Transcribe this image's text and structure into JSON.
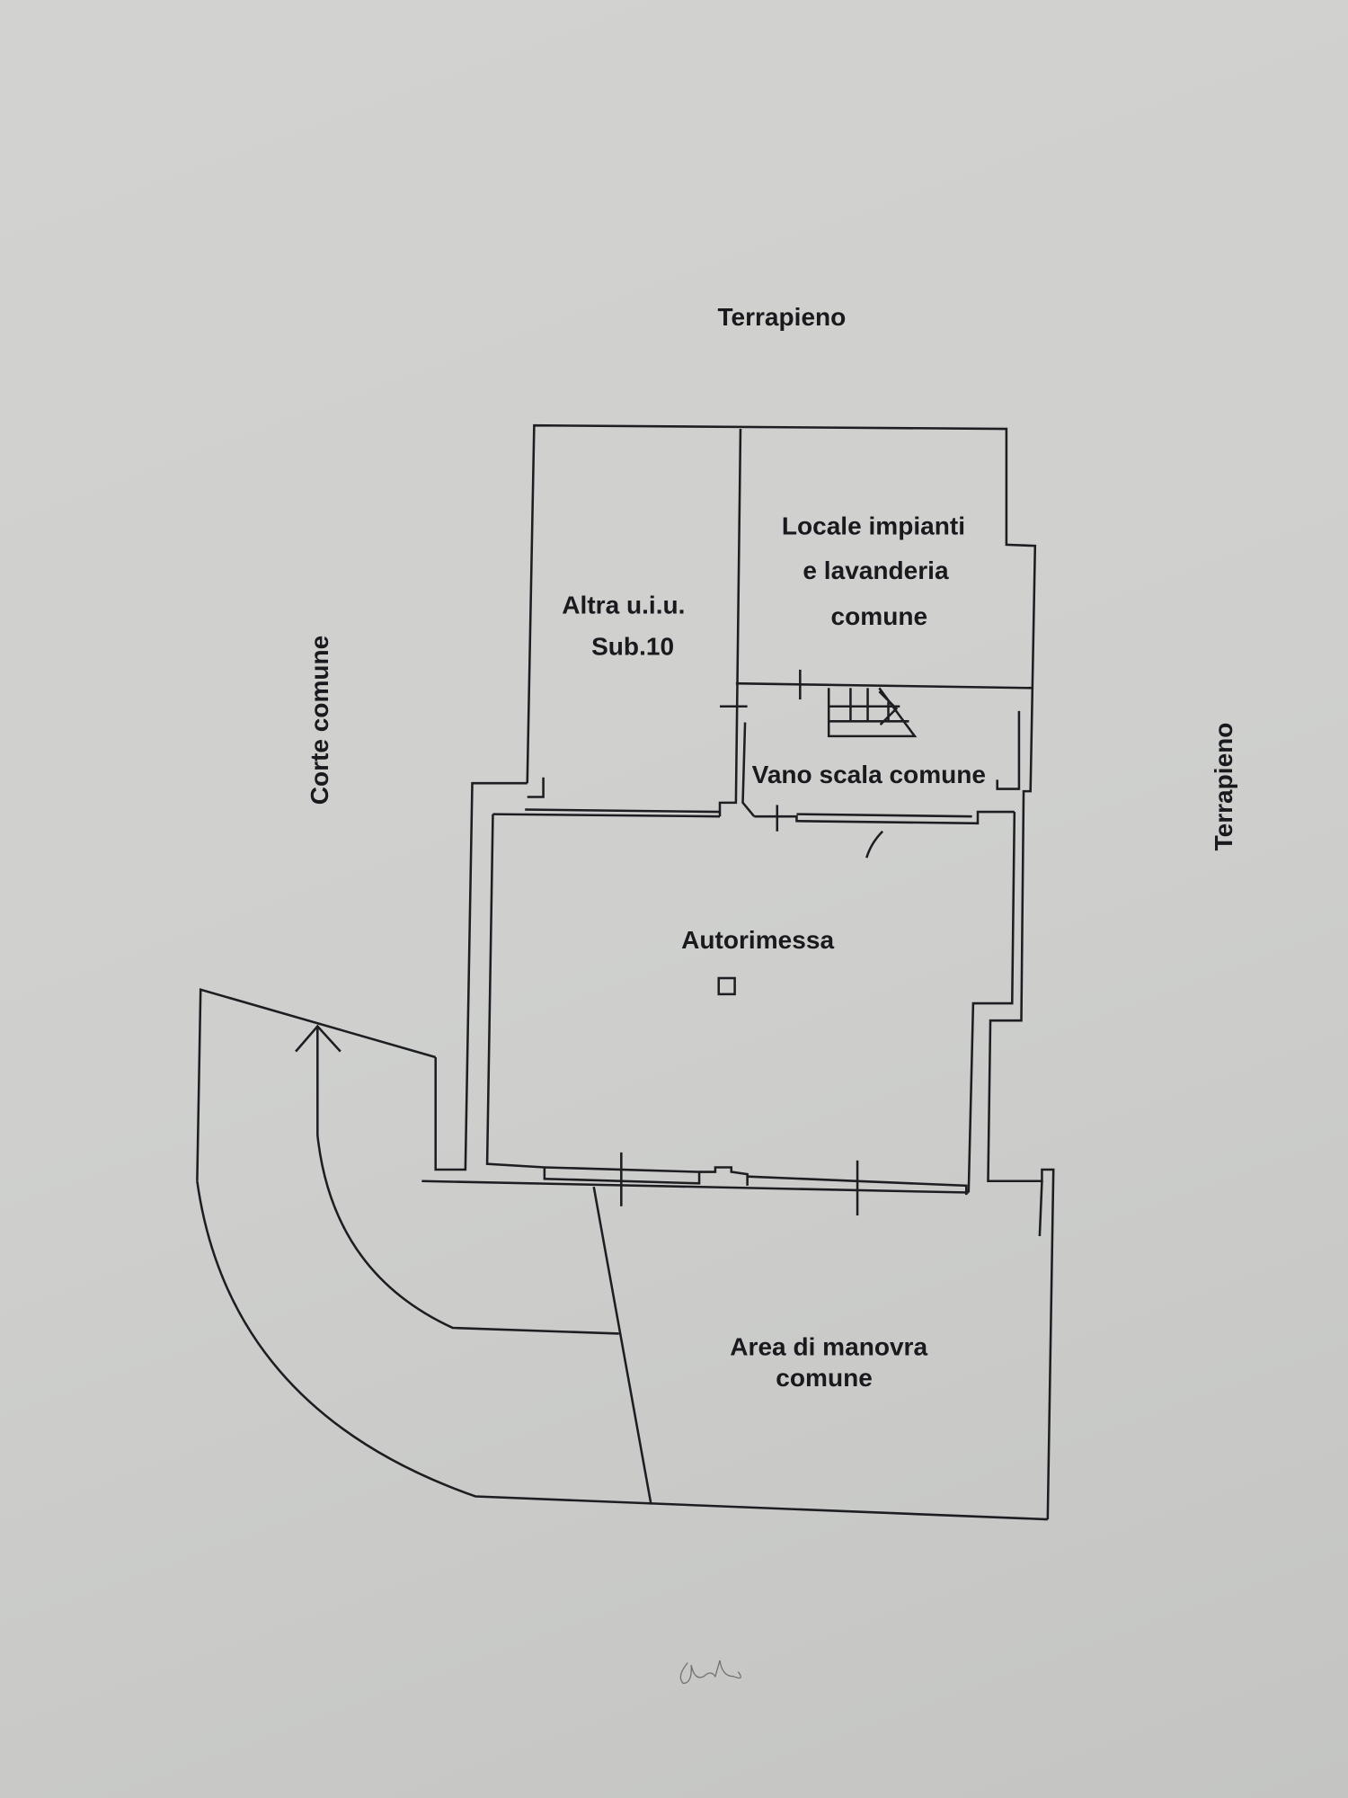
{
  "labels": {
    "top": "Terrapieno",
    "right": "Terrapieno",
    "left": "Corte comune",
    "room_altra_1": "Altra u.i.u.",
    "room_altra_2": "Sub.10",
    "room_locale_1": "Locale impianti",
    "room_locale_2": "e lavanderia",
    "room_locale_3": "comune",
    "room_scala": "Vano scala comune",
    "room_garage": "Autorimessa",
    "room_area_1": "Area di manovra",
    "room_area_2": "comune"
  },
  "signature": "ab"
}
